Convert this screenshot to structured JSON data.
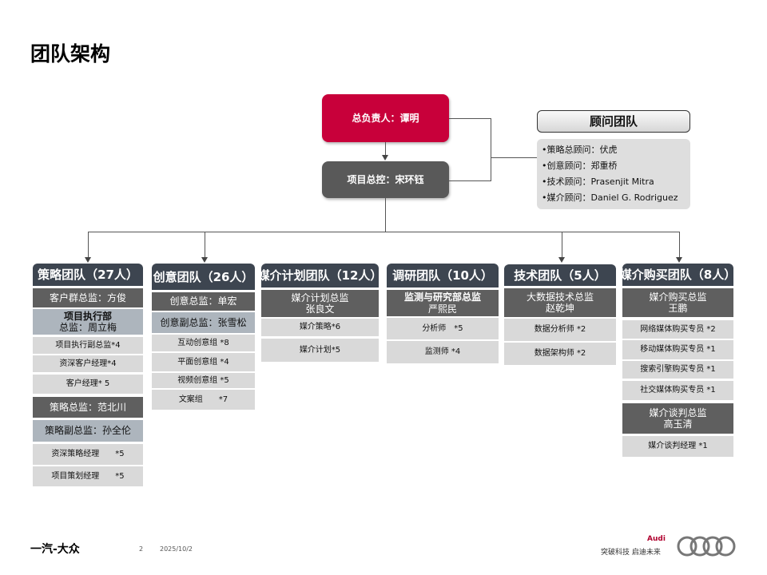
{
  "title": "团队架构",
  "lead": "总负责人：谭明",
  "controller": "项目总控：宋环钰",
  "advisors": {
    "title": "顾问团队",
    "items": [
      "•策略总顾问：伏虎",
      "•创意顾问：郑重桥",
      "•技术顾问：Prasenjit Mitra",
      "•媒介顾问：Daniel G. Rodriguez"
    ]
  },
  "teams": [
    {
      "name": "策略团队（27人）",
      "rows": [
        {
          "t": "dark",
          "l": [
            "客户群总监：方俊"
          ]
        },
        {
          "t": "blue",
          "l": [
            "项目执行部",
            "总监：周立梅"
          ]
        },
        {
          "t": "light",
          "l": [
            "项目执行副总监*4"
          ]
        },
        {
          "t": "light",
          "l": [
            "资深客户经理*4"
          ]
        },
        {
          "t": "light",
          "l": [
            "客户经理* 5"
          ]
        },
        {
          "t": "dark",
          "l": [
            "策略总监：范北川"
          ]
        },
        {
          "t": "blue",
          "l": [
            "策略副总监：孙全伦"
          ]
        },
        {
          "t": "light",
          "l": [
            "资深策略经理　　*5"
          ]
        },
        {
          "t": "light",
          "l": [
            "项目策划经理　　*5"
          ]
        }
      ]
    },
    {
      "name": "创意团队（26人）",
      "rows": [
        {
          "t": "dark",
          "l": [
            "创意总监：单宏"
          ]
        },
        {
          "t": "blue",
          "l": [
            "创意副总监：张雪松"
          ]
        },
        {
          "t": "light",
          "l": [
            "互动创意组 *8"
          ]
        },
        {
          "t": "light",
          "l": [
            "平面创意组 *4"
          ]
        },
        {
          "t": "light",
          "l": [
            "视频创意组 *5"
          ]
        },
        {
          "t": "light",
          "l": [
            "文案组　　*7"
          ]
        }
      ]
    },
    {
      "name": "媒介计划团队（12人）",
      "rows": [
        {
          "t": "dark",
          "l": [
            "媒介计划总监",
            "张良文"
          ]
        },
        {
          "t": "light",
          "l": [
            "媒介策略*6"
          ]
        },
        {
          "t": "light",
          "l": [
            "媒介计划*5"
          ]
        }
      ]
    },
    {
      "name": "调研团队（10人）",
      "rows": [
        {
          "t": "dark",
          "l": [
            "监测与研究部总监",
            "严熙民"
          ]
        },
        {
          "t": "light",
          "l": [
            "分析师　*5"
          ]
        },
        {
          "t": "light",
          "l": [
            "监测师 *4"
          ]
        }
      ]
    },
    {
      "name": "技术团队（5人）",
      "rows": [
        {
          "t": "dark",
          "l": [
            "大数据技术总监",
            "赵乾坤"
          ]
        },
        {
          "t": "light",
          "l": [
            "数据分析师 *2"
          ]
        },
        {
          "t": "light",
          "l": [
            "数据架构师 *2"
          ]
        }
      ]
    },
    {
      "name": "媒介购买团队（8人）",
      "rows": [
        {
          "t": "dark",
          "l": [
            "媒介购买总监",
            "王鹏"
          ]
        },
        {
          "t": "light",
          "l": [
            "网络媒体购买专员 *2"
          ]
        },
        {
          "t": "light",
          "l": [
            "移动媒体购买专员 *1"
          ]
        },
        {
          "t": "light",
          "l": [
            "搜索引擎购买专员 *1"
          ]
        },
        {
          "t": "light",
          "l": [
            "社交媒体购买专员 *1"
          ]
        },
        {
          "t": "dark",
          "l": [
            "媒介谈判总监",
            "高玉清"
          ]
        },
        {
          "t": "light",
          "l": [
            "媒介谈判经理 *1"
          ]
        }
      ]
    }
  ],
  "footer": {
    "brand": "一汽-大众",
    "page": "2",
    "date": "2025/10/2",
    "audi": "Audi",
    "slogan": "突破科技 启迪未来"
  }
}
